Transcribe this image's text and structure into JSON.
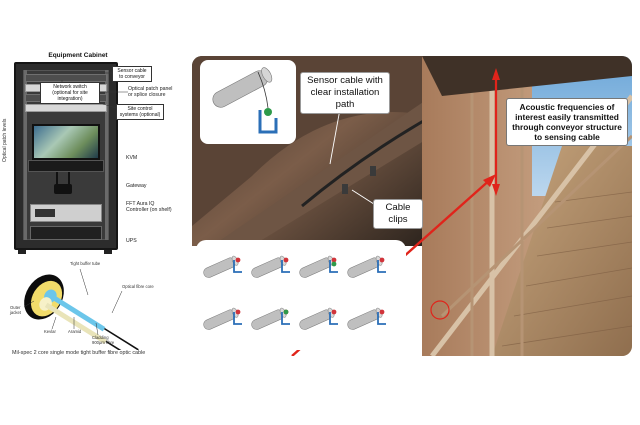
{
  "cabinet": {
    "title": "Equipment Cabinet",
    "vertical_label": "Optical patch levels",
    "callouts": {
      "sensor_cable": "Sensor cable to conveyor",
      "network_switch": "Network switch (optional for site integration)",
      "patch_panel": "Optical patch panel or splice closure",
      "site_control": "Site control systems (optional)"
    },
    "labels": {
      "kvm": "KVM",
      "gateway": "Gateway",
      "controller": "FFT Aura IQ Controller (on shelf)",
      "ups": "UPS"
    }
  },
  "fibre": {
    "caption": "Mil-spec 2 core single mode tight buffer fibre optic cable",
    "labels": {
      "tight_buffer": "Tight buffer tube",
      "optical_fibre": "Optical fibre core",
      "outer_jacket": "Outer jacket",
      "kevlar": "Kevlar",
      "aramid": "Aramid",
      "cladding": "Cladding 900μm fibre"
    },
    "colors": {
      "jacket": "#111111",
      "kevlar": "#f2dc6a",
      "buffer_a": "#6cc6ea",
      "buffer_b": "#f7f1c8"
    }
  },
  "photo": {
    "sensor_label": "Sensor cable with clear installation path",
    "clips_label": "Cable clips",
    "acoustic_label": "Acoustic frequencies of interest easily transmitted through conveyor structure to sensing cable",
    "colors": {
      "arrow": "#e0241b",
      "clip": "#2b6fb7",
      "sensor_dot_green": "#2e9a4a",
      "sensor_dot_red": "#d1343a"
    }
  }
}
